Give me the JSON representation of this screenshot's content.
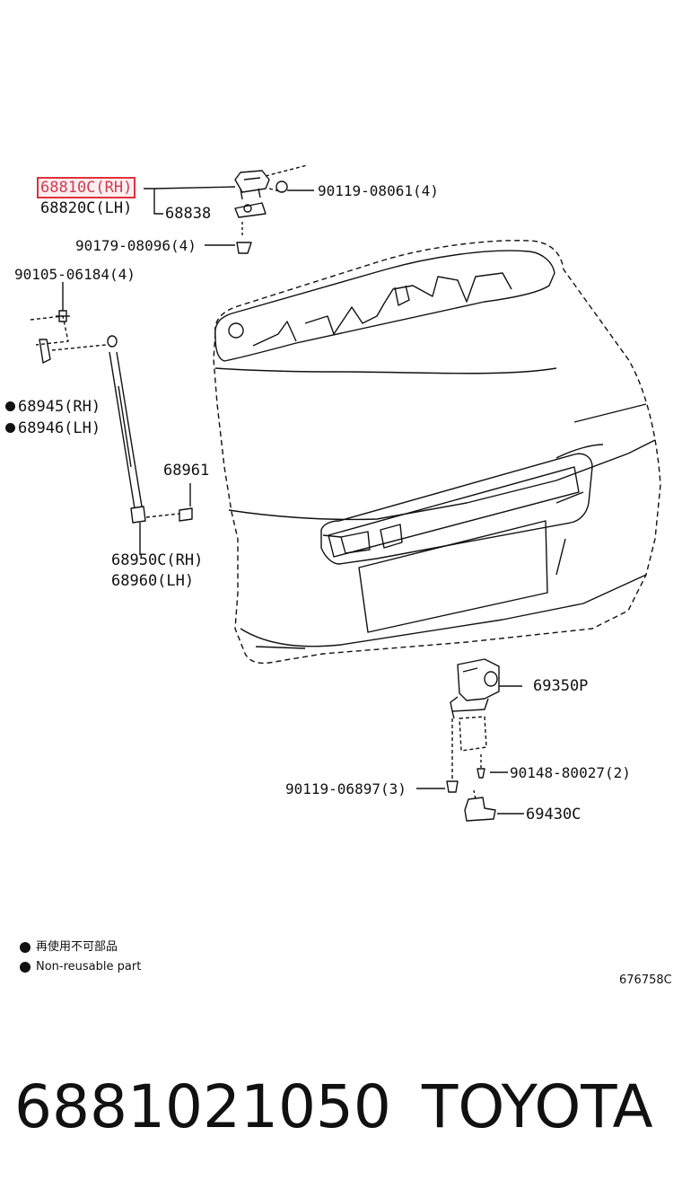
{
  "parts": {
    "p68810C": "68810C(RH)",
    "p68820C": "68820C(LH)",
    "p68838": "68838",
    "p90119_08061": "90119-08061(4)",
    "p90179_08096": "90179-08096(4)",
    "p90105_06184": "90105-06184(4)",
    "p68945": "68945(RH)",
    "p68946": "68946(LH)",
    "p68961": "68961",
    "p68950C": "68950C(RH)",
    "p68960": "68960(LH)",
    "p69350P": "69350P",
    "p90148_80027": "90148-80027(2)",
    "p90119_06897": "90119-06897(3)",
    "p69430C": "69430C"
  },
  "legend": {
    "line1": "再使用不可部品",
    "line2": "Non-reusable part"
  },
  "figure_ref": "676758C",
  "footer": {
    "part_number": "6881021050",
    "brand": "TOYOTA"
  },
  "colors": {
    "highlight": "#e0323c",
    "line": "#111111"
  }
}
